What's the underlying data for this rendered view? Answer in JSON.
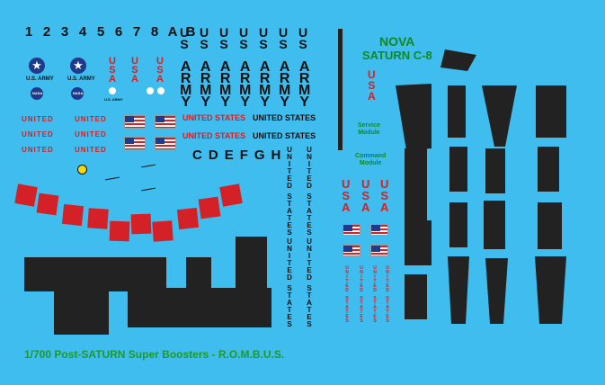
{
  "numbers_row": [
    "1",
    "2",
    "3",
    "4",
    "5",
    "6",
    "7",
    "8",
    "A",
    "B"
  ],
  "u_columns": [
    "U",
    "S"
  ],
  "arym_letters": [
    "A",
    "R",
    "M",
    "Y"
  ],
  "usa_letters": [
    "U",
    "S",
    "A"
  ],
  "us_army_label": "U.S. ARMY",
  "nasa_label": "NASA",
  "united_states": "UNITED STATES",
  "united": "UNITED",
  "states": "STATES",
  "letters_row": [
    "C",
    "D",
    "E",
    "F",
    "G",
    "H"
  ],
  "nova_title": "NOVA",
  "saturn_title": "SATURN C-8",
  "service_module": [
    "Service",
    "Module"
  ],
  "command_module": [
    "Command",
    "Module"
  ],
  "footer": "1/700 Post-SATURN Super Boosters - R.O.M.B.U.S.",
  "colors": {
    "background": "#3ebdee",
    "red": "#d32127",
    "black": "#222222",
    "green": "#138a1f",
    "footer": "#1e9a2a"
  }
}
